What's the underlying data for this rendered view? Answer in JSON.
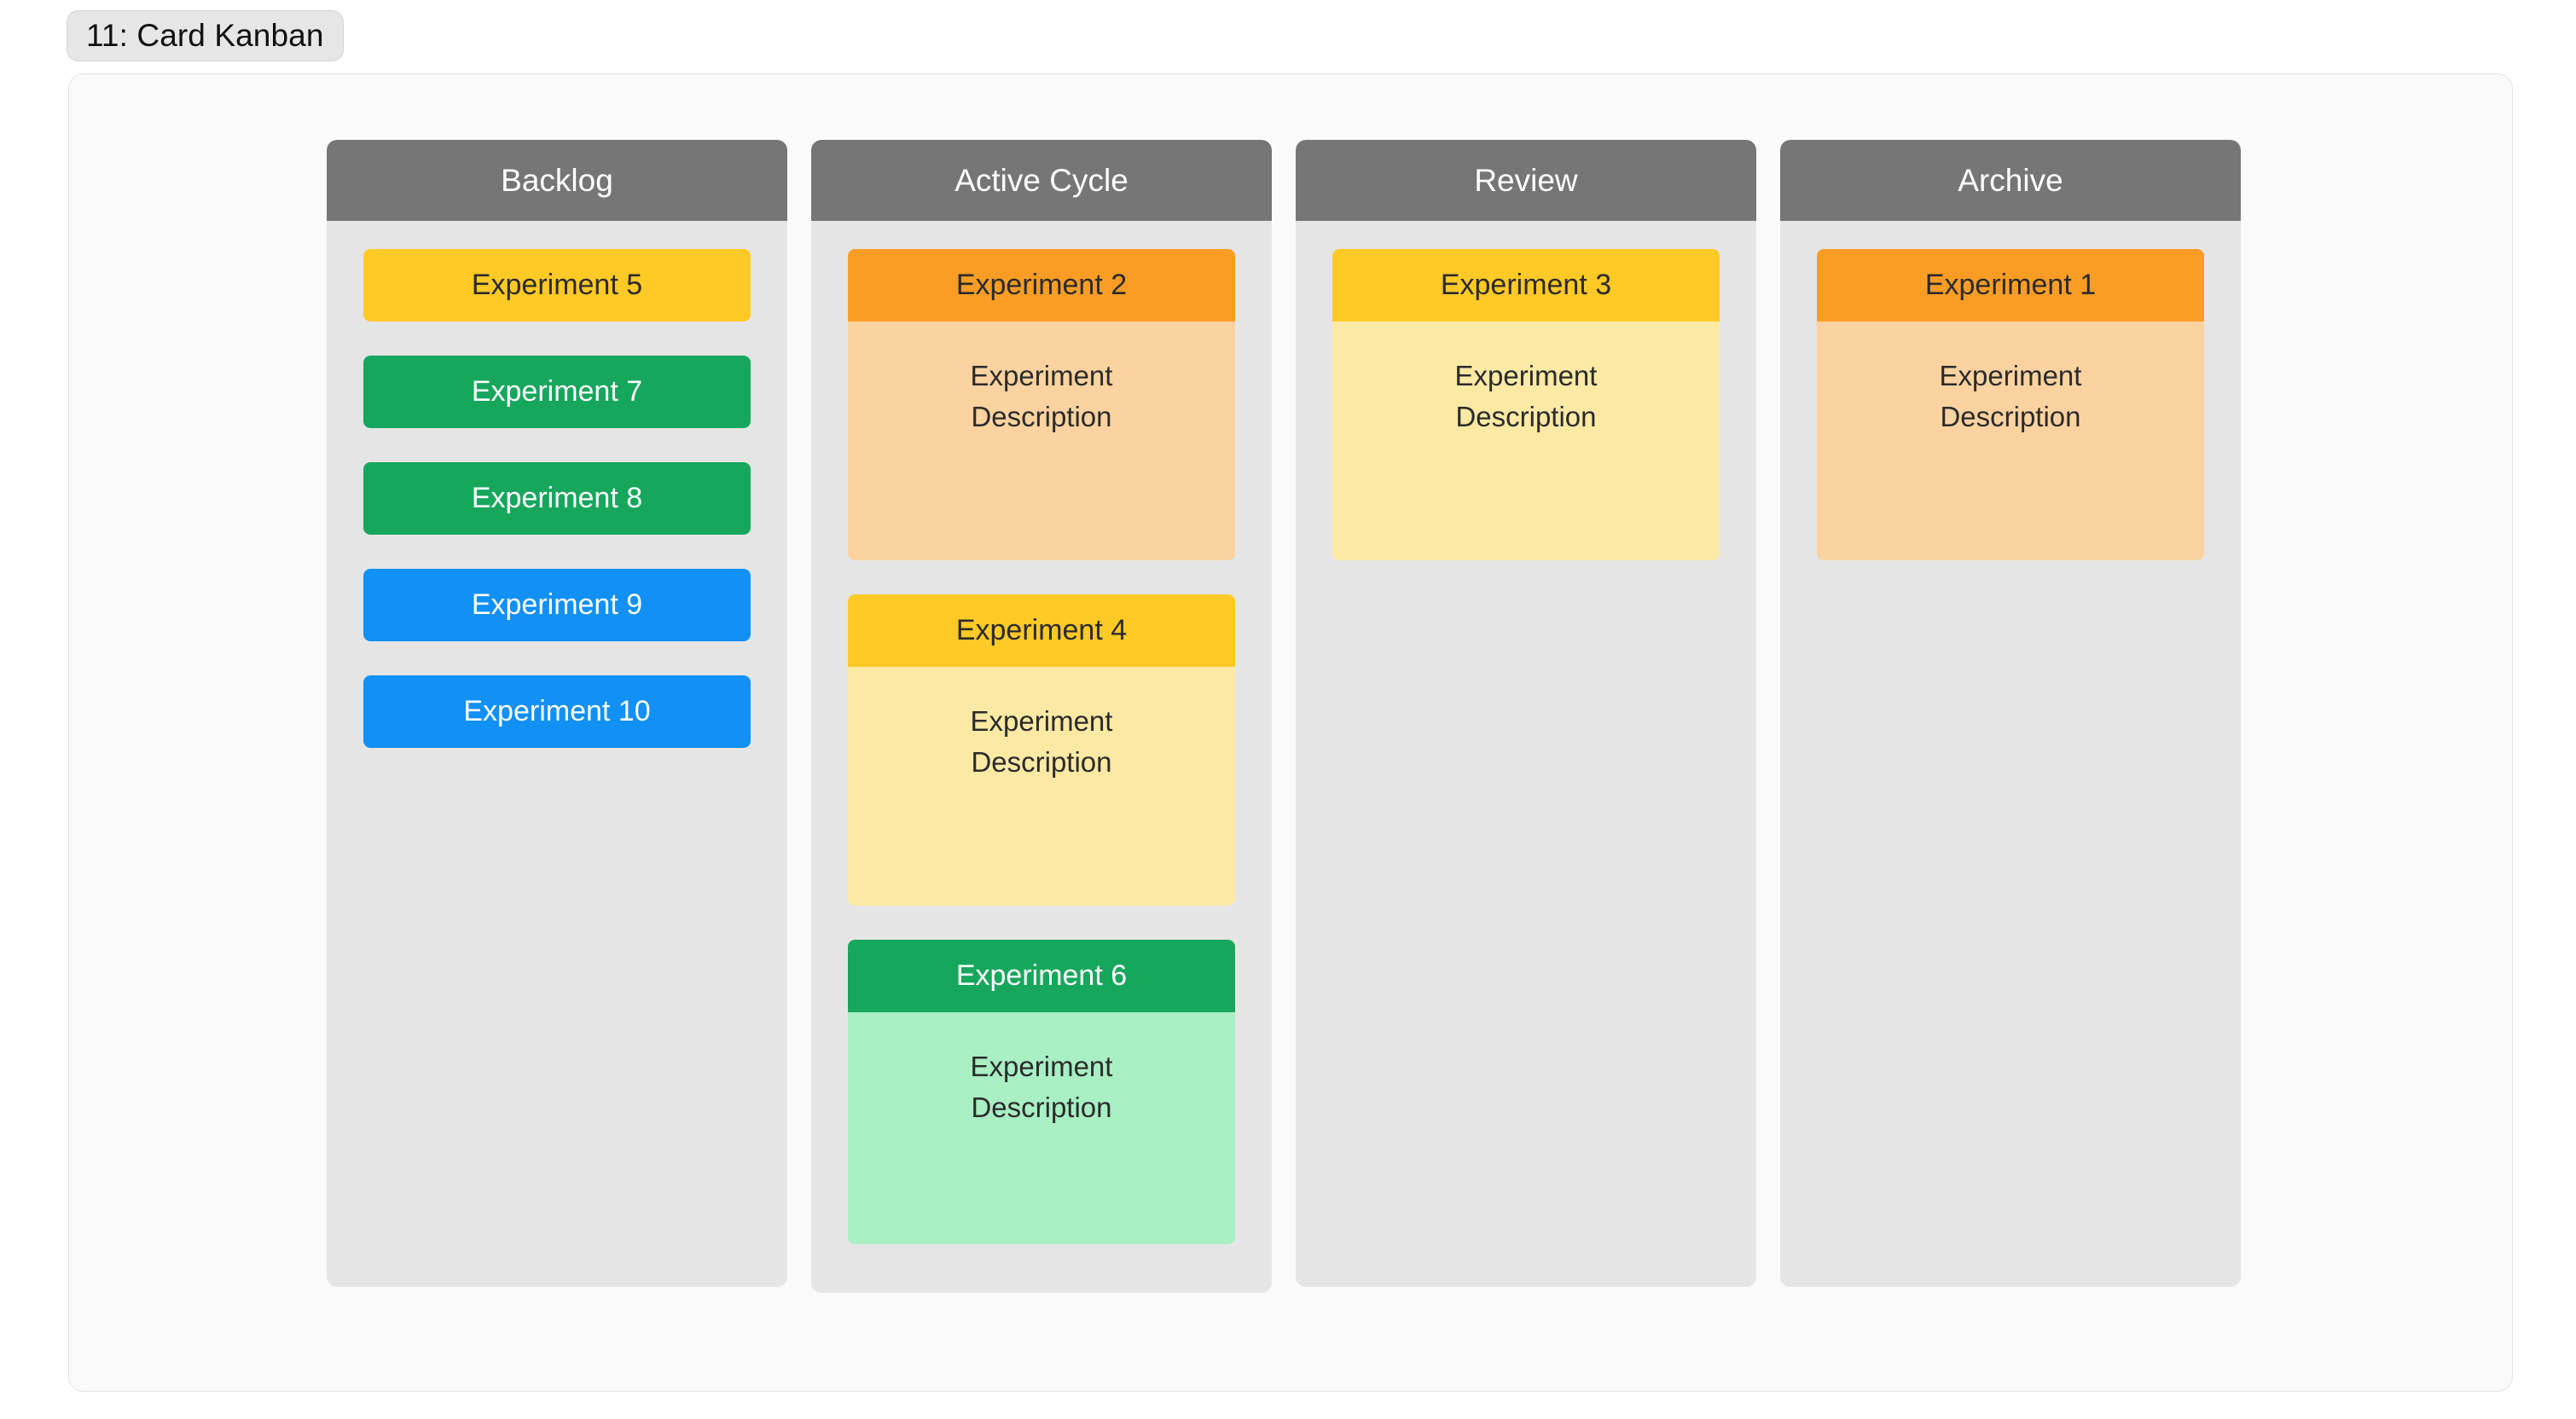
{
  "title_badge": {
    "label": "11: Card Kanban"
  },
  "palette": {
    "board_bg": "#fafafa",
    "column_bg": "#e5e5e5",
    "column_header_bg": "#767676",
    "column_header_text": "#ffffff",
    "orange": "#fb9d24",
    "orange_light": "#fcd3a0",
    "gold": "#ffc926",
    "gold_light": "#fce9a4",
    "green": "#16a75c",
    "green_light": "#a8efc3",
    "blue": "#1190f5",
    "dark_text": "#2b2b2b",
    "light_text": "#ffffff"
  },
  "board": {
    "columns": [
      {
        "name": "backlog",
        "title": "Backlog",
        "cards": [
          {
            "title": "Experiment 5",
            "description": null,
            "header_bg": "#ffc926",
            "header_text": "#2b2b2b",
            "body_bg": null
          },
          {
            "title": "Experiment 7",
            "description": null,
            "header_bg": "#16a75c",
            "header_text": "#ffffff",
            "body_bg": null
          },
          {
            "title": "Experiment 8",
            "description": null,
            "header_bg": "#16a75c",
            "header_text": "#ffffff",
            "body_bg": null
          },
          {
            "title": "Experiment 9",
            "description": null,
            "header_bg": "#1190f5",
            "header_text": "#ffffff",
            "body_bg": null
          },
          {
            "title": "Experiment 10",
            "description": null,
            "header_bg": "#1190f5",
            "header_text": "#ffffff",
            "body_bg": null
          }
        ]
      },
      {
        "name": "active-cycle",
        "title": "Active Cycle",
        "cards": [
          {
            "title": "Experiment 2",
            "description": "Experiment\nDescription",
            "header_bg": "#fb9d24",
            "header_text": "#2b2b2b",
            "body_bg": "#fcd3a0"
          },
          {
            "title": "Experiment 4",
            "description": "Experiment\nDescription",
            "header_bg": "#ffc926",
            "header_text": "#2b2b2b",
            "body_bg": "#fce9a4"
          },
          {
            "title": "Experiment 6",
            "description": "Experiment\nDescription",
            "header_bg": "#16a75c",
            "header_text": "#ffffff",
            "body_bg": "#a8efc3"
          }
        ]
      },
      {
        "name": "review",
        "title": "Review",
        "cards": [
          {
            "title": "Experiment 3",
            "description": "Experiment\nDescription",
            "header_bg": "#ffc926",
            "header_text": "#2b2b2b",
            "body_bg": "#fce9a4"
          }
        ]
      },
      {
        "name": "archive",
        "title": "Archive",
        "cards": [
          {
            "title": "Experiment 1",
            "description": "Experiment\nDescription",
            "header_bg": "#fb9d24",
            "header_text": "#2b2b2b",
            "body_bg": "#fcd3a0"
          }
        ]
      }
    ]
  }
}
